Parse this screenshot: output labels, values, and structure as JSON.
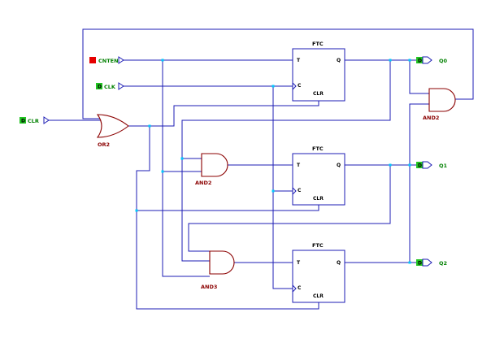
{
  "schematic": {
    "inputs": [
      {
        "name": "CNTEN",
        "color": "#e60000"
      },
      {
        "name": "CLK",
        "color": "#22c422"
      },
      {
        "name": "CLR",
        "color": "#22c422"
      }
    ],
    "outputs": [
      {
        "name": "Q0",
        "color": "#22c422"
      },
      {
        "name": "Q1",
        "color": "#22c422"
      },
      {
        "name": "Q2",
        "color": "#22c422"
      }
    ],
    "flipflops": [
      {
        "title": "FTC",
        "pin_t": "T",
        "pin_q": "Q",
        "pin_c": "C",
        "pin_clr": "CLR"
      },
      {
        "title": "FTC",
        "pin_t": "T",
        "pin_q": "Q",
        "pin_c": "C",
        "pin_clr": "CLR"
      },
      {
        "title": "FTC",
        "pin_t": "T",
        "pin_q": "Q",
        "pin_c": "C",
        "pin_clr": "CLR"
      }
    ],
    "gates": {
      "or_label": "OR2",
      "and_mid_label": "AND2",
      "and_bottom_label": "AND3",
      "and_right_label": "AND2"
    },
    "port_glyph": "D",
    "colors": {
      "wire": "#1c1cb4",
      "gate": "#8b0000",
      "junction": "#00ccff",
      "label": "#008000",
      "text": "#000000"
    }
  }
}
